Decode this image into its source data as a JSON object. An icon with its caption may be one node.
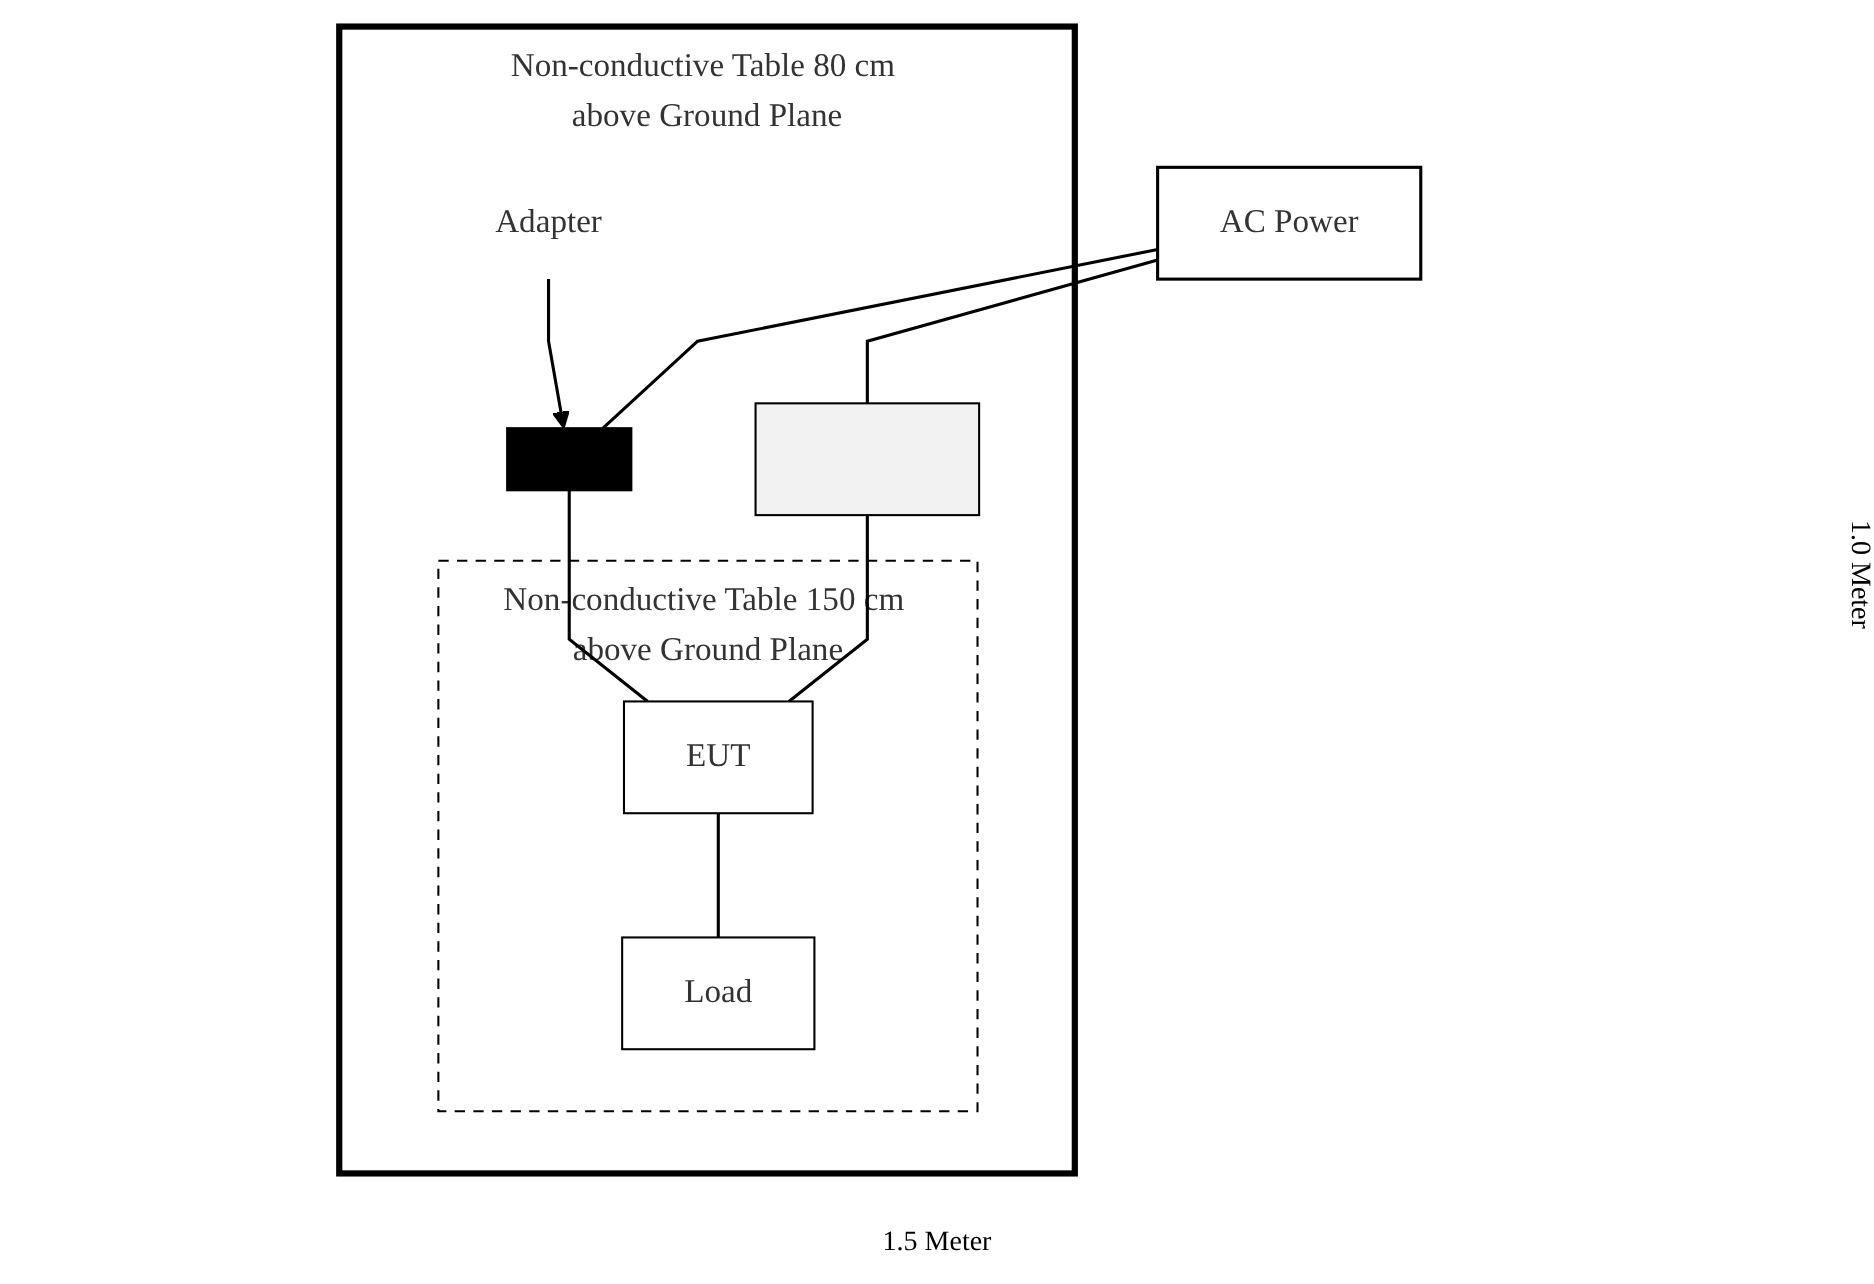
{
  "diagram": {
    "nodes": [
      {
        "text": [
          "AC Power"
        ]
      },
      {
        "text": [
          "Non-conductive Table 80 cm above Ground Plane"
        ]
      },
      {
        "text": [],
        "shape": "bar",
        "in": 1
      },
      {
        "text": [
          "Adapter"
        ],
        "in": 1
      },
      {
        "text": [],
        "shape": "box",
        "in": 1
      },
      {
        "text": [
          "Non-conductive Table 150 cm above Ground Plane"
        ],
        "in": 1
      },
      {
        "text": [
          "EUT"
        ],
        "in": 5
      },
      {
        "text": [
          "Load"
        ],
        "in": 5
      }
    ],
    "edges": [
      {
        "from": 0,
        "to": 2,
        "arrow": "none"
      },
      {
        "from": 0,
        "to": 4,
        "arrow": "none"
      },
      {
        "from": 3,
        "to": 2,
        "arrow": "to"
      },
      {
        "from": 2,
        "to": 6,
        "arrow": "none"
      },
      {
        "from": 4,
        "to": 6,
        "arrow": "none"
      },
      {
        "from": 6,
        "to": 7,
        "arrow": "none"
      }
    ],
    "labels": [
      "1.0 Meter",
      "1.5 Meter"
    ]
  }
}
